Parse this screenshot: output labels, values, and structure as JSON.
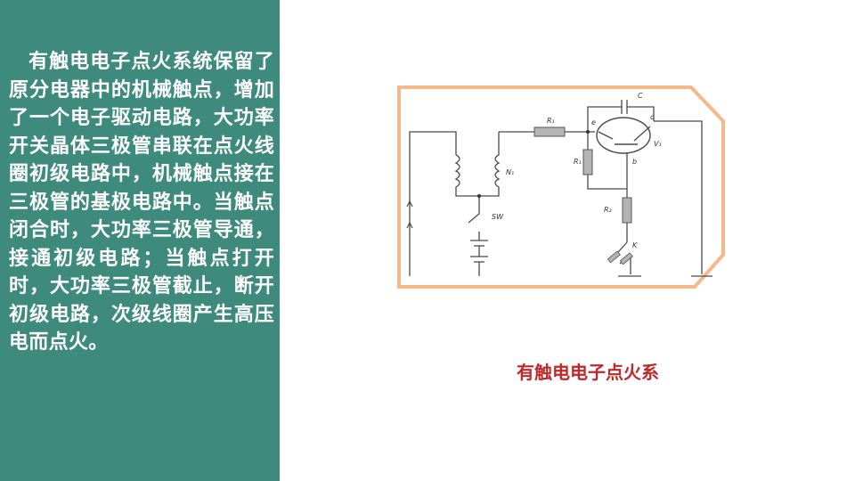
{
  "slide": {
    "body_text": "有触电电子点火系统保留了原分电器中的机械触点，增加了一个电子驱动电路，大功率开关晶体三极管串联在点火线圈初级电路中，机械触点接在三极管的基极电路中。当触点闭合时，大功率三极管导通，接通初级电路；当触点打开时，大功率三极管截止，断开初级电路，次级线圈产生高压电而点火。",
    "caption": "有触电电子点火系",
    "colors": {
      "panel_background": "#3e8a7c",
      "body_text": "#ffffff",
      "caption": "#c0282a",
      "diagram_border": "#f6b888",
      "resistor_fill": "#b5b5b5"
    }
  },
  "diagram": {
    "labels": {
      "r1_top": "R₁",
      "r1_side": "R₁",
      "r2": "R₂",
      "n1": "N₁",
      "sw": "SW",
      "capacitor": "C",
      "emitter": "e",
      "collector": "c",
      "base": "b",
      "transistor": "V₁",
      "contact": "K"
    }
  }
}
